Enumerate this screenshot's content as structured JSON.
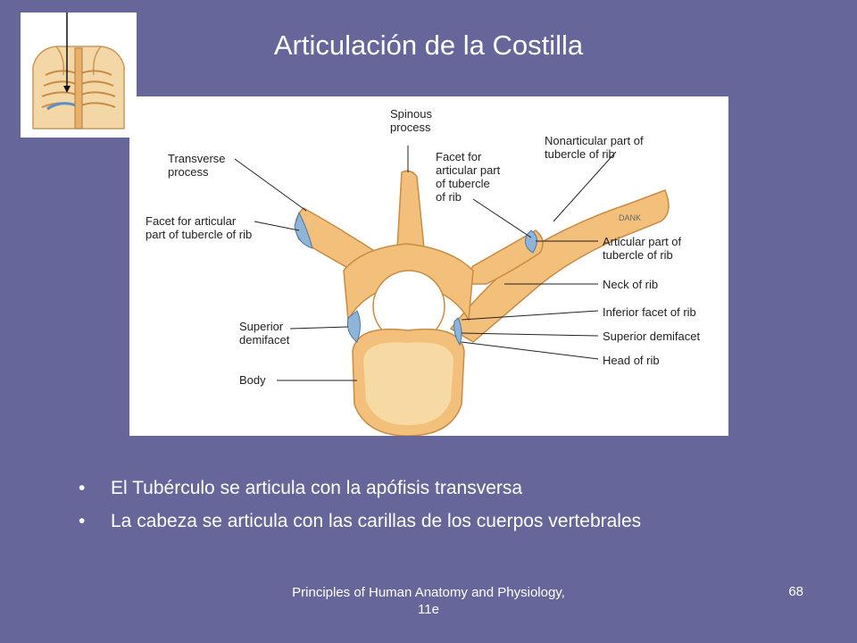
{
  "slide": {
    "title": "Articulación  de la Costilla",
    "bullets": [
      "El Tubérculo se articula con la apófisis transversa",
      "La cabeza se articula con las carillas de los cuerpos vertebrales"
    ],
    "footer": "Principles of Human Anatomy and Physiology, 11e",
    "page_number": "68"
  },
  "figure": {
    "labels": {
      "spinous_process": "Spinous\nprocess",
      "transverse_process": "Transverse\nprocess",
      "facet_for_articular_part_left": "Facet for articular\npart of tubercle of rib",
      "facet_for_articular_part_right": "Facet for\narticular part\nof tubercle\nof rib",
      "nonarticular_part": "Nonarticular part of\ntubercle of rib",
      "articular_part": "Articular part of\ntubercle of rib",
      "neck_of_rib": "Neck of rib",
      "inferior_facet": "Inferior facet of rib",
      "superior_demifacet_right": "Superior demifacet",
      "head_of_rib": "Head of rib",
      "superior_demifacet_left": "Superior\ndemifacet",
      "body": "Body"
    },
    "signature": "DANK"
  },
  "colors": {
    "background": "#66669a",
    "bone": "#f2c07a",
    "bone_dark": "#d9964a",
    "cartilage": "#8fb4d8"
  }
}
